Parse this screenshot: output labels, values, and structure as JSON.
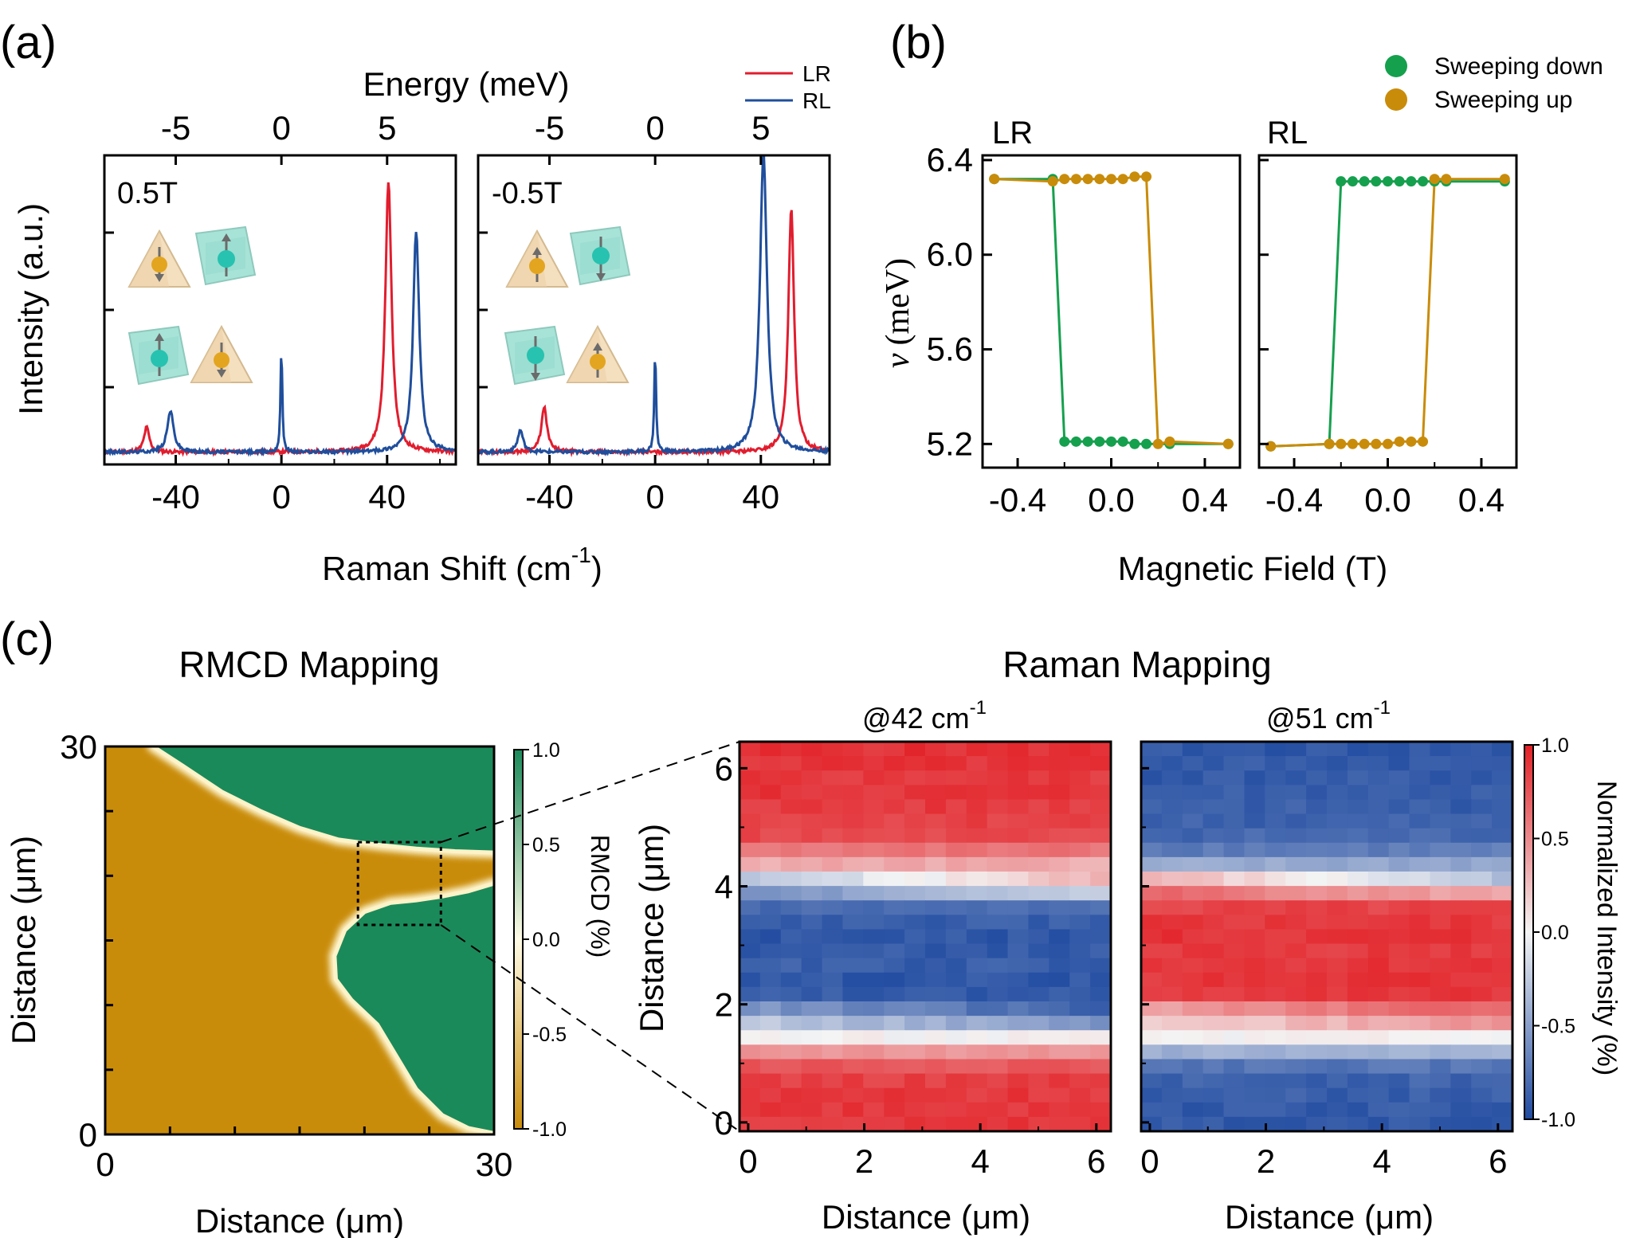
{
  "panel_labels": {
    "a": "(a)",
    "b": "(b)",
    "c": "(c)"
  },
  "colors": {
    "lr": "#e11d2e",
    "rl": "#1f4e9c",
    "down": "#15a04e",
    "up": "#c98c0a",
    "rmcd_neg": "#c98c0a",
    "rmcd_pos": "#1b8a5a",
    "norm_pos": "#e22026",
    "norm_neg": "#1f4aa0"
  },
  "chart_data": [
    {
      "id": "a-left",
      "type": "line",
      "annotation": "0.5T",
      "xlim": [
        -67,
        66
      ],
      "ylim": [
        0,
        1
      ],
      "x_ticks": [
        -40,
        0,
        40
      ],
      "x_top_ticks": [
        "-5",
        "0",
        "5"
      ],
      "ylabel": "Intensity (a.u.)",
      "xlabel": "Raman Shift (cm",
      "xlabel_sup": "-1",
      "xlabel_tail": ")",
      "top_label": "Energy (meV)",
      "series": [
        {
          "name": "LR",
          "peaks": [
            [
              -51,
              0.09,
              1.2
            ],
            [
              40.5,
              0.98,
              1.4
            ]
          ],
          "base": 0.01
        },
        {
          "name": "RL",
          "peaks": [
            [
              -42,
              0.15,
              1.4
            ],
            [
              0,
              0.38,
              0.4
            ],
            [
              51,
              0.8,
              1.4
            ]
          ],
          "base": 0.01
        }
      ]
    },
    {
      "id": "a-right",
      "type": "line",
      "annotation": "-0.5T",
      "xlim": [
        -67,
        66
      ],
      "ylim": [
        0,
        1
      ],
      "x_ticks": [
        -40,
        0,
        40
      ],
      "x_top_ticks": [
        "-5",
        "0",
        "5"
      ],
      "series": [
        {
          "name": "LR",
          "peaks": [
            [
              -42,
              0.16,
              1.3
            ],
            [
              51.5,
              0.88,
              1.3
            ]
          ],
          "base": 0.01
        },
        {
          "name": "RL",
          "peaks": [
            [
              -51,
              0.08,
              1.2
            ],
            [
              0,
              0.37,
              0.4
            ],
            [
              41,
              1.08,
              1.6
            ]
          ],
          "base": 0.01
        }
      ]
    },
    {
      "id": "b-left",
      "type": "line",
      "subtitle": "LR",
      "xlim": [
        -0.55,
        0.55
      ],
      "ylim": [
        5.1,
        6.42
      ],
      "x_ticks": [
        -0.4,
        0.0,
        0.4
      ],
      "y_ticks": [
        5.2,
        5.6,
        6.0,
        6.4
      ],
      "ylabel": "(meV)",
      "ylabel_symbol": "ν",
      "xlabel": "Magnetic Field (T)",
      "series": [
        {
          "name": "Sweeping down",
          "x": [
            -0.5,
            -0.25,
            -0.2,
            -0.15,
            -0.1,
            -0.05,
            0.0,
            0.05,
            0.1,
            0.15,
            0.25,
            0.5
          ],
          "y": [
            6.32,
            6.32,
            5.21,
            5.21,
            5.21,
            5.21,
            5.21,
            5.21,
            5.2,
            5.2,
            5.2,
            5.2
          ]
        },
        {
          "name": "Sweeping up",
          "x": [
            -0.5,
            -0.25,
            -0.2,
            -0.15,
            -0.1,
            -0.05,
            0.0,
            0.05,
            0.1,
            0.15,
            0.2,
            0.25,
            0.5
          ],
          "y": [
            6.32,
            6.31,
            6.32,
            6.32,
            6.32,
            6.32,
            6.32,
            6.32,
            6.33,
            6.33,
            5.2,
            5.21,
            5.2
          ]
        }
      ]
    },
    {
      "id": "b-right",
      "type": "line",
      "subtitle": "RL",
      "xlim": [
        -0.55,
        0.55
      ],
      "ylim": [
        5.1,
        6.42
      ],
      "x_ticks": [
        -0.4,
        0.0,
        0.4
      ],
      "series": [
        {
          "name": "Sweeping down",
          "x": [
            -0.5,
            -0.25,
            -0.2,
            -0.15,
            -0.1,
            -0.05,
            0.0,
            0.05,
            0.1,
            0.15,
            0.2,
            0.25,
            0.5
          ],
          "y": [
            5.19,
            5.2,
            6.31,
            6.31,
            6.31,
            6.31,
            6.31,
            6.31,
            6.31,
            6.31,
            6.31,
            6.31,
            6.31
          ]
        },
        {
          "name": "Sweeping up",
          "x": [
            -0.5,
            -0.25,
            -0.2,
            -0.15,
            -0.1,
            -0.05,
            0.0,
            0.05,
            0.1,
            0.15,
            0.2,
            0.25,
            0.5
          ],
          "y": [
            5.19,
            5.2,
            5.2,
            5.2,
            5.2,
            5.2,
            5.2,
            5.21,
            5.21,
            5.21,
            6.32,
            6.32,
            6.32
          ]
        }
      ]
    },
    {
      "id": "c-rmcd",
      "type": "heatmap",
      "title": "RMCD Mapping",
      "xlim": [
        0,
        30
      ],
      "ylim": [
        0,
        30
      ],
      "x_ticks": [
        0,
        30
      ],
      "y_ticks": [
        0,
        30
      ],
      "xlabel": "Distance (μm)",
      "ylabel": "Distance (μm)",
      "colorbar_label": "RMCD (%)",
      "colorbar_ticks": [
        "1.0",
        "0.5",
        "0.0",
        "-0.5",
        "-1.0"
      ],
      "upper_boundary": [
        [
          3.7,
          30
        ],
        [
          6,
          28.5
        ],
        [
          9,
          26.5
        ],
        [
          12,
          25
        ],
        [
          15,
          23.7
        ],
        [
          18,
          22.8
        ],
        [
          21,
          22.4
        ],
        [
          24,
          22.1
        ],
        [
          27,
          21.9
        ],
        [
          30,
          21.8
        ]
      ],
      "lower_boundary": [
        [
          30,
          19.4
        ],
        [
          28,
          18.8
        ],
        [
          26,
          18.4
        ],
        [
          24,
          18.1
        ],
        [
          22,
          17.9
        ],
        [
          20,
          17.2
        ],
        [
          18.5,
          15.8
        ],
        [
          17.7,
          13.8
        ],
        [
          17.8,
          12.0
        ],
        [
          19,
          10.4
        ],
        [
          21,
          8.5
        ],
        [
          22.5,
          6
        ],
        [
          24,
          3.5
        ],
        [
          26,
          1.5
        ],
        [
          28,
          0.5
        ],
        [
          30,
          0.1
        ]
      ],
      "zoom_box": [
        19.5,
        25.9,
        16.2,
        22.6
      ]
    },
    {
      "id": "c-raman42",
      "type": "heatmap",
      "title_main": "Raman Mapping",
      "title": "@42 cm",
      "title_sup": "-1",
      "xlim": [
        -0.15,
        6.25
      ],
      "ylim": [
        -0.15,
        6.45
      ],
      "x_ticks": [
        0,
        2,
        4,
        6
      ],
      "y_ticks": [
        0,
        2,
        4,
        6
      ],
      "xlabel": "Distance (μm)",
      "ylabel": "Distance (μm)",
      "row_values": [
        0.92,
        0.9,
        0.88,
        0.9,
        0.87,
        0.85,
        0.8,
        0.6,
        0.35,
        0.0,
        -0.4,
        -0.8,
        -0.88,
        -0.92,
        -0.9,
        -0.88,
        -0.92,
        -0.9,
        -0.7,
        -0.4,
        0.0,
        0.45,
        0.75,
        0.85,
        0.88,
        0.9,
        0.88
      ],
      "row_ramp": [
        0.0,
        0.0,
        0.0,
        0.0,
        0.0,
        0.0,
        0.0,
        0.0,
        0.0,
        0.6,
        0.4,
        0.0,
        0.0,
        0.0,
        0.0,
        0.0,
        0.0,
        0.0,
        -0.3,
        -0.3,
        0.0,
        0.0,
        0.0,
        0.0,
        0.0,
        0.0,
        0.0
      ]
    },
    {
      "id": "c-raman51",
      "type": "heatmap",
      "title": "@51 cm",
      "title_sup": "-1",
      "xlim": [
        -0.15,
        6.25
      ],
      "ylim": [
        -0.15,
        6.45
      ],
      "x_ticks": [
        0,
        2,
        4,
        6
      ],
      "colorbar_label": "Normalized Intensity (%)",
      "colorbar_ticks": [
        "1.0",
        "0.5",
        "0.0",
        "-0.5",
        "-1.0"
      ],
      "row_values": [
        -0.92,
        -0.9,
        -0.9,
        -0.88,
        -0.88,
        -0.86,
        -0.82,
        -0.7,
        -0.45,
        0.0,
        0.5,
        0.82,
        0.88,
        0.9,
        0.88,
        0.9,
        0.9,
        0.88,
        0.55,
        0.3,
        0.0,
        -0.4,
        -0.75,
        -0.85,
        -0.88,
        -0.9,
        -0.9
      ],
      "row_ramp": [
        0.0,
        0.0,
        0.0,
        0.0,
        0.0,
        0.0,
        0.0,
        0.0,
        0.0,
        -0.6,
        -0.3,
        0.0,
        0.0,
        0.0,
        0.0,
        0.0,
        0.0,
        0.0,
        0.3,
        0.3,
        0.0,
        0.0,
        0.0,
        0.0,
        0.0,
        0.0,
        0.0
      ]
    }
  ]
}
